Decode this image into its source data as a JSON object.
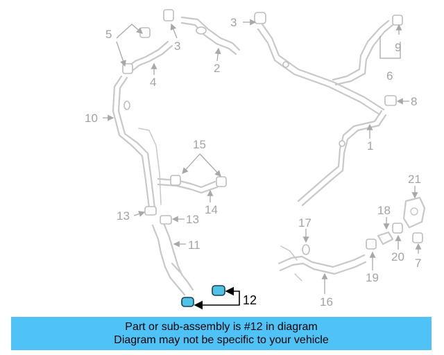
{
  "callouts": {
    "c1": "1",
    "c2": "2",
    "c3a": "3",
    "c3b": "3",
    "c4": "4",
    "c5": "5",
    "c6": "6",
    "c7": "7",
    "c8": "8",
    "c9": "9",
    "c10": "10",
    "c11": "11",
    "c12": "12",
    "c13a": "13",
    "c13b": "13",
    "c14": "14",
    "c15": "15",
    "c16": "16",
    "c17": "17",
    "c18": "18",
    "c19": "19",
    "c20": "20",
    "c21": "21"
  },
  "highlighted_part": "12",
  "colors": {
    "highlight": "#4fc3f7",
    "parts": "#c8c8c8",
    "labels": "#a3a3a3"
  },
  "banner": {
    "line1": "Part or sub-assembly is #12 in diagram",
    "line2": "Diagram may not be specific to your vehicle"
  }
}
